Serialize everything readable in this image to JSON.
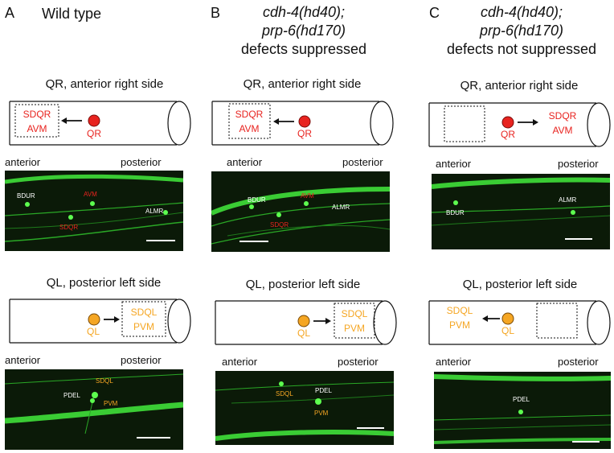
{
  "colors": {
    "red": "#e8231f",
    "orange": "#f5a623",
    "green": "#3fe03a",
    "black": "#111111"
  },
  "panels": [
    {
      "letter": "A",
      "title": [
        "Wild type"
      ],
      "qr": {
        "heading": "QR, anterior right side",
        "cell": "QR",
        "targets": [
          "SDQR",
          "AVM"
        ]
      },
      "qr_axis": {
        "left": "anterior",
        "right": "posterior"
      },
      "qr_image": {
        "labels": [
          "BDUR",
          "AVM",
          "SDQR",
          "ALMR"
        ]
      },
      "ql": {
        "heading": "QL, posterior left side",
        "cell": "QL",
        "targets": [
          "SDQL",
          "PVM"
        ]
      },
      "ql_axis": {
        "left": "anterior",
        "right": "posterior"
      },
      "ql_image": {
        "labels": [
          "SDQL",
          "PDEL",
          "PVM"
        ]
      }
    },
    {
      "letter": "B",
      "title": [
        "cdh-4(hd40);",
        "prp-6(hd170)",
        "defects suppressed"
      ],
      "qr": {
        "heading": "QR, anterior right side",
        "cell": "QR",
        "targets": [
          "SDQR",
          "AVM"
        ]
      },
      "qr_axis": {
        "left": "anterior",
        "right": "posterior"
      },
      "qr_image": {
        "labels": [
          "BDUR",
          "AVM",
          "ALMR",
          "SDQR"
        ]
      },
      "ql": {
        "heading": "QL, posterior left side",
        "cell": "QL",
        "targets": [
          "SDQL",
          "PVM"
        ]
      },
      "ql_axis": {
        "left": "anterior",
        "right": "posterior"
      },
      "ql_image": {
        "labels": [
          "SDQL",
          "PDEL",
          "PVM"
        ]
      }
    },
    {
      "letter": "C",
      "title": [
        "cdh-4(hd40);",
        "prp-6(hd170)",
        "defects not suppressed"
      ],
      "qr": {
        "heading": "QR, anterior right side",
        "cell": "QR",
        "targets": [
          "SDQR",
          "AVM"
        ]
      },
      "qr_axis": {
        "left": "anterior",
        "right": "posterior"
      },
      "qr_image": {
        "labels": [
          "BDUR",
          "ALMR"
        ]
      },
      "ql": {
        "heading": "QL, posterior left side",
        "cell": "QL",
        "targets": [
          "SDQL",
          "PVM"
        ]
      },
      "ql_axis": {
        "left": "anterior",
        "right": "posterior"
      },
      "ql_image": {
        "labels": [
          "PDEL"
        ]
      }
    }
  ]
}
